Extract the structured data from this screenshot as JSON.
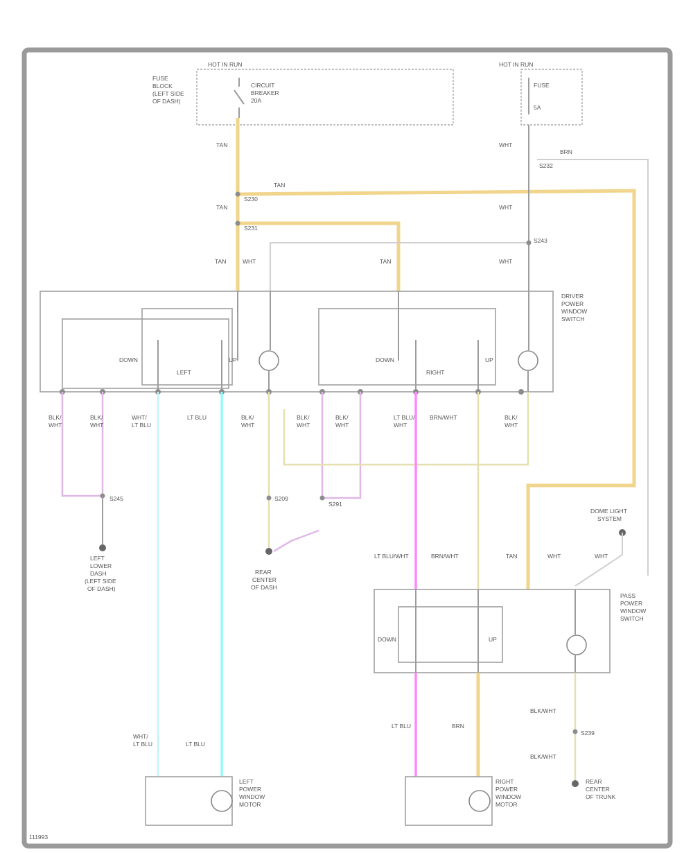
{
  "diagram": {
    "footer_code": "111993",
    "top_left_box": {
      "title": "HOT IN RUN",
      "side_label": [
        "FUSE",
        "BLOCK",
        "(LEFT SIDE",
        "OF DASH)"
      ],
      "fuse_label": [
        "CIRCUIT",
        "BREAKER",
        "20A"
      ]
    },
    "top_right_box": {
      "title": "HOT IN RUN",
      "fuse_label": [
        "FUSE",
        "5A"
      ]
    },
    "wire_labels": {
      "t1": "TAN",
      "t2": "TAN",
      "t3": "TAN",
      "t4": "WHT",
      "t5": "TAN",
      "t6": "TAN",
      "g1": "WHT",
      "g2": "WHT",
      "g3": "WHT",
      "g4": "BRN",
      "orange": "S230",
      "s1": "S231",
      "s2": "S232",
      "s3": "S243",
      "s4": "S245",
      "s5": "S209",
      "s6": "S291"
    },
    "driver_switch": {
      "label": [
        "DRIVER",
        "POWER",
        "WINDOW",
        "SWITCH"
      ],
      "left_section": "LEFT",
      "right_section": "RIGHT",
      "down": "DOWN",
      "up": "UP"
    },
    "bottom_wires": [
      "BLK/",
      "WHT",
      "BLK/",
      "WHT",
      "WHT/",
      "LT BLU",
      "LT BLU",
      "BLK/",
      "WHT",
      "BLK/",
      "WHT",
      "BLK/",
      "WHT",
      "LT BLU/",
      "WHT",
      "BRN/WHT",
      "BLK/",
      "WHT"
    ],
    "ground_1": [
      "LEFT",
      "LOWER",
      "DASH",
      "(LEFT SIDE",
      "OF DASH)"
    ],
    "ground_2": [
      "REAR",
      "CENTER",
      "OF DASH"
    ],
    "ground_3": [
      "REAR",
      "CENTER",
      "OF TRUNK"
    ],
    "passenger_switch": {
      "label": [
        "PASS",
        "POWER",
        "WINDOW",
        "SWITCH"
      ],
      "down": "DOWN",
      "up": "UP"
    },
    "pass_wires": [
      "LT BLU/WHT",
      "BRN/WHT",
      "TAN",
      "WHT",
      "WHT"
    ],
    "dome_light": [
      "DOME LIGHT",
      "SYSTEM"
    ],
    "motor_left": [
      "LEFT",
      "POWER",
      "WINDOW",
      "MOTOR"
    ],
    "motor_right": [
      "RIGHT",
      "POWER",
      "WINDOW",
      "MOTOR"
    ],
    "bottom_labels": {
      "m1a": "WHT/",
      "m1b": "LT BLU",
      "m2": "LT BLU",
      "m3": "LT BLU",
      "m4": "BRN",
      "b1": "BLK/WHT",
      "b2": "BLK/WHT",
      "b3": "S239"
    }
  }
}
